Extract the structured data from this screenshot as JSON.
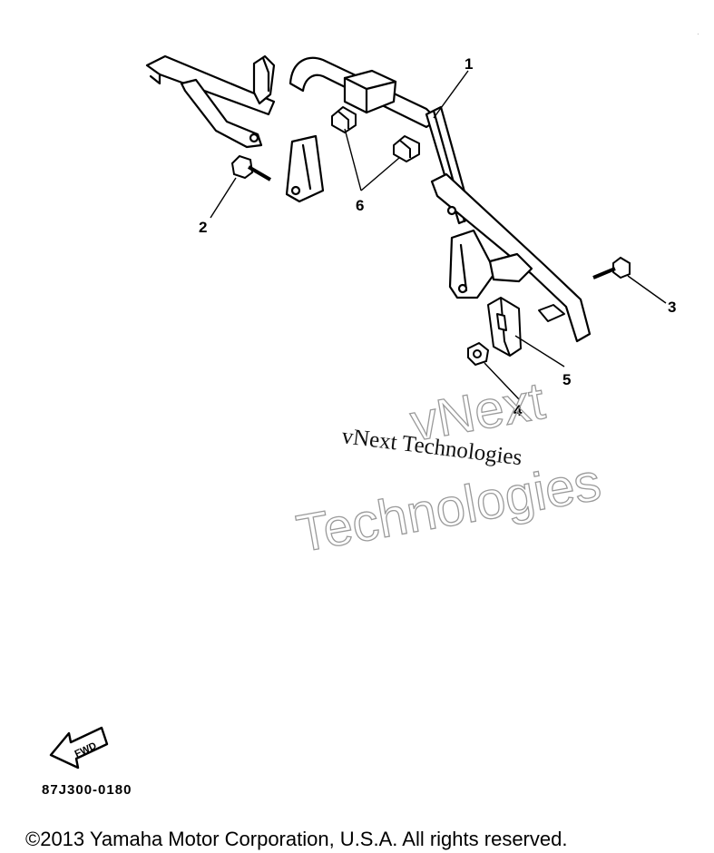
{
  "callouts": [
    "1",
    "2",
    "3",
    "4",
    "5",
    "6"
  ],
  "watermark": {
    "line1": "vNext",
    "line2": "Technologies",
    "serif_text": "vNext Technologies"
  },
  "fwd_badge": "FWD",
  "part_code": "87J300-0180",
  "copyright": "©2013 Yamaha Motor Corporation, U.S.A. All rights reserved."
}
